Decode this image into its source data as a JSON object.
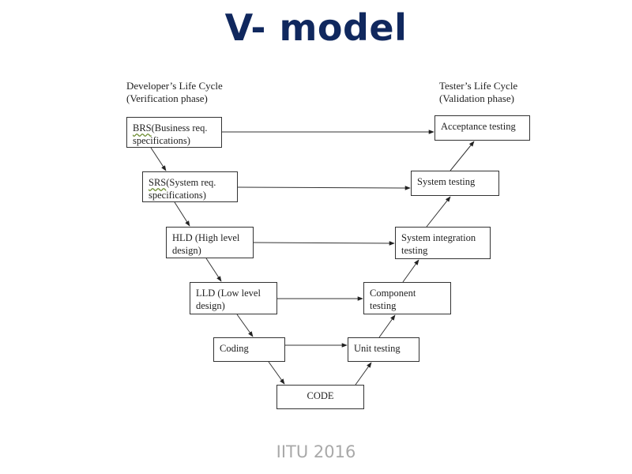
{
  "title": "V- model",
  "footer": "IITU 2016",
  "developer": {
    "line1": "Developer’s Life Cycle",
    "line2": "(Verification phase)"
  },
  "tester": {
    "line1": "Tester’s Life Cycle",
    "line2": "(Validation phase)"
  },
  "left": {
    "brs": {
      "abbr": "BRS",
      "rest": "(Business req.",
      "line2": "specifications)"
    },
    "srs": {
      "abbr": "SRS",
      "rest": "(System req.",
      "line2": "specifications)"
    },
    "hld": {
      "line1": "HLD (High level",
      "line2": "design)"
    },
    "lld": {
      "line1": "LLD (Low level",
      "line2": "design)"
    },
    "coding": "Coding"
  },
  "bottom": {
    "code": "CODE"
  },
  "right": {
    "acceptance": "Acceptance testing",
    "system": "System testing",
    "integration": {
      "line1": "System integration",
      "line2": "testing"
    },
    "component": {
      "line1": "Component",
      "line2": "testing"
    },
    "unit": "Unit testing"
  }
}
